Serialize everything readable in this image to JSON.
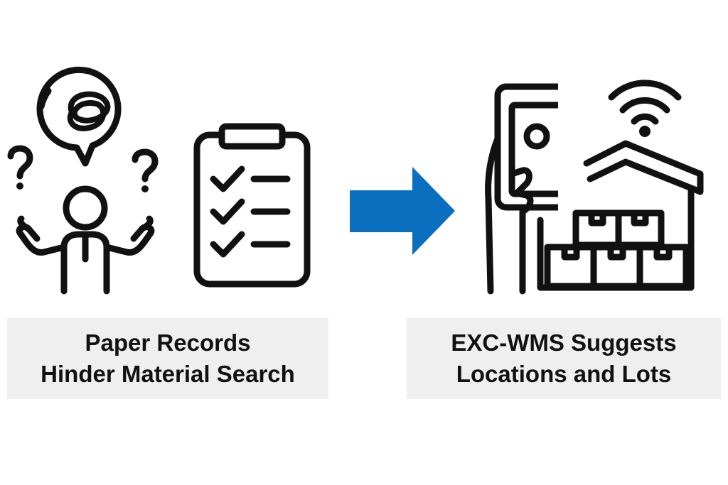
{
  "before": {
    "caption_line1": "Paper Records",
    "caption_line2": "Hinder Material Search",
    "icons": [
      "confused-person-icon",
      "clipboard-checklist-icon"
    ]
  },
  "after": {
    "caption_line1": "EXC-WMS Suggests",
    "caption_line2": "Locations and Lots",
    "icons": [
      "hand-phone-icon",
      "warehouse-icon",
      "wifi-icon"
    ]
  },
  "colors": {
    "arrow": "#0a6fbf",
    "icon_stroke": "#111111",
    "caption_bg": "#efefef"
  }
}
